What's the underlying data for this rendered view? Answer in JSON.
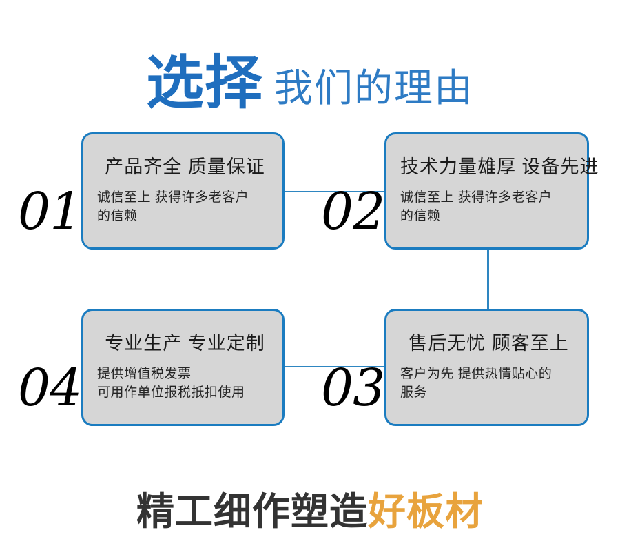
{
  "header": {
    "emphasis": "选择",
    "rest": "我们的理由",
    "emphasis_color": "#1F6EBE",
    "rest_color": "#2E7BC4"
  },
  "cards": [
    {
      "number": "01",
      "title": "产品齐全 质量保证",
      "body_lines": [
        "诚信至上 获得许多老客户",
        "的信赖"
      ]
    },
    {
      "number": "02",
      "title": "技术力量雄厚 设备先进",
      "body_lines": [
        "诚信至上 获得许多老客户",
        "的信赖"
      ]
    },
    {
      "number": "03",
      "title": "售后无忧 顾客至上",
      "body_lines": [
        "客户为先 提供热情贴心的",
        "服务"
      ]
    },
    {
      "number": "04",
      "title": "专业生产 专业定制",
      "body_lines": [
        "提供增值税发票",
        "可用作单位报税抵扣使用"
      ]
    }
  ],
  "footer": {
    "text": "精工细作塑造",
    "accent": "好板材",
    "text_color": "#333333",
    "accent_color": "#E8A33D"
  },
  "style": {
    "card_fill": "#d6d6d6",
    "card_border": "#1B7CC0",
    "connector_color": "#2E86C1",
    "background": "#ffffff"
  }
}
